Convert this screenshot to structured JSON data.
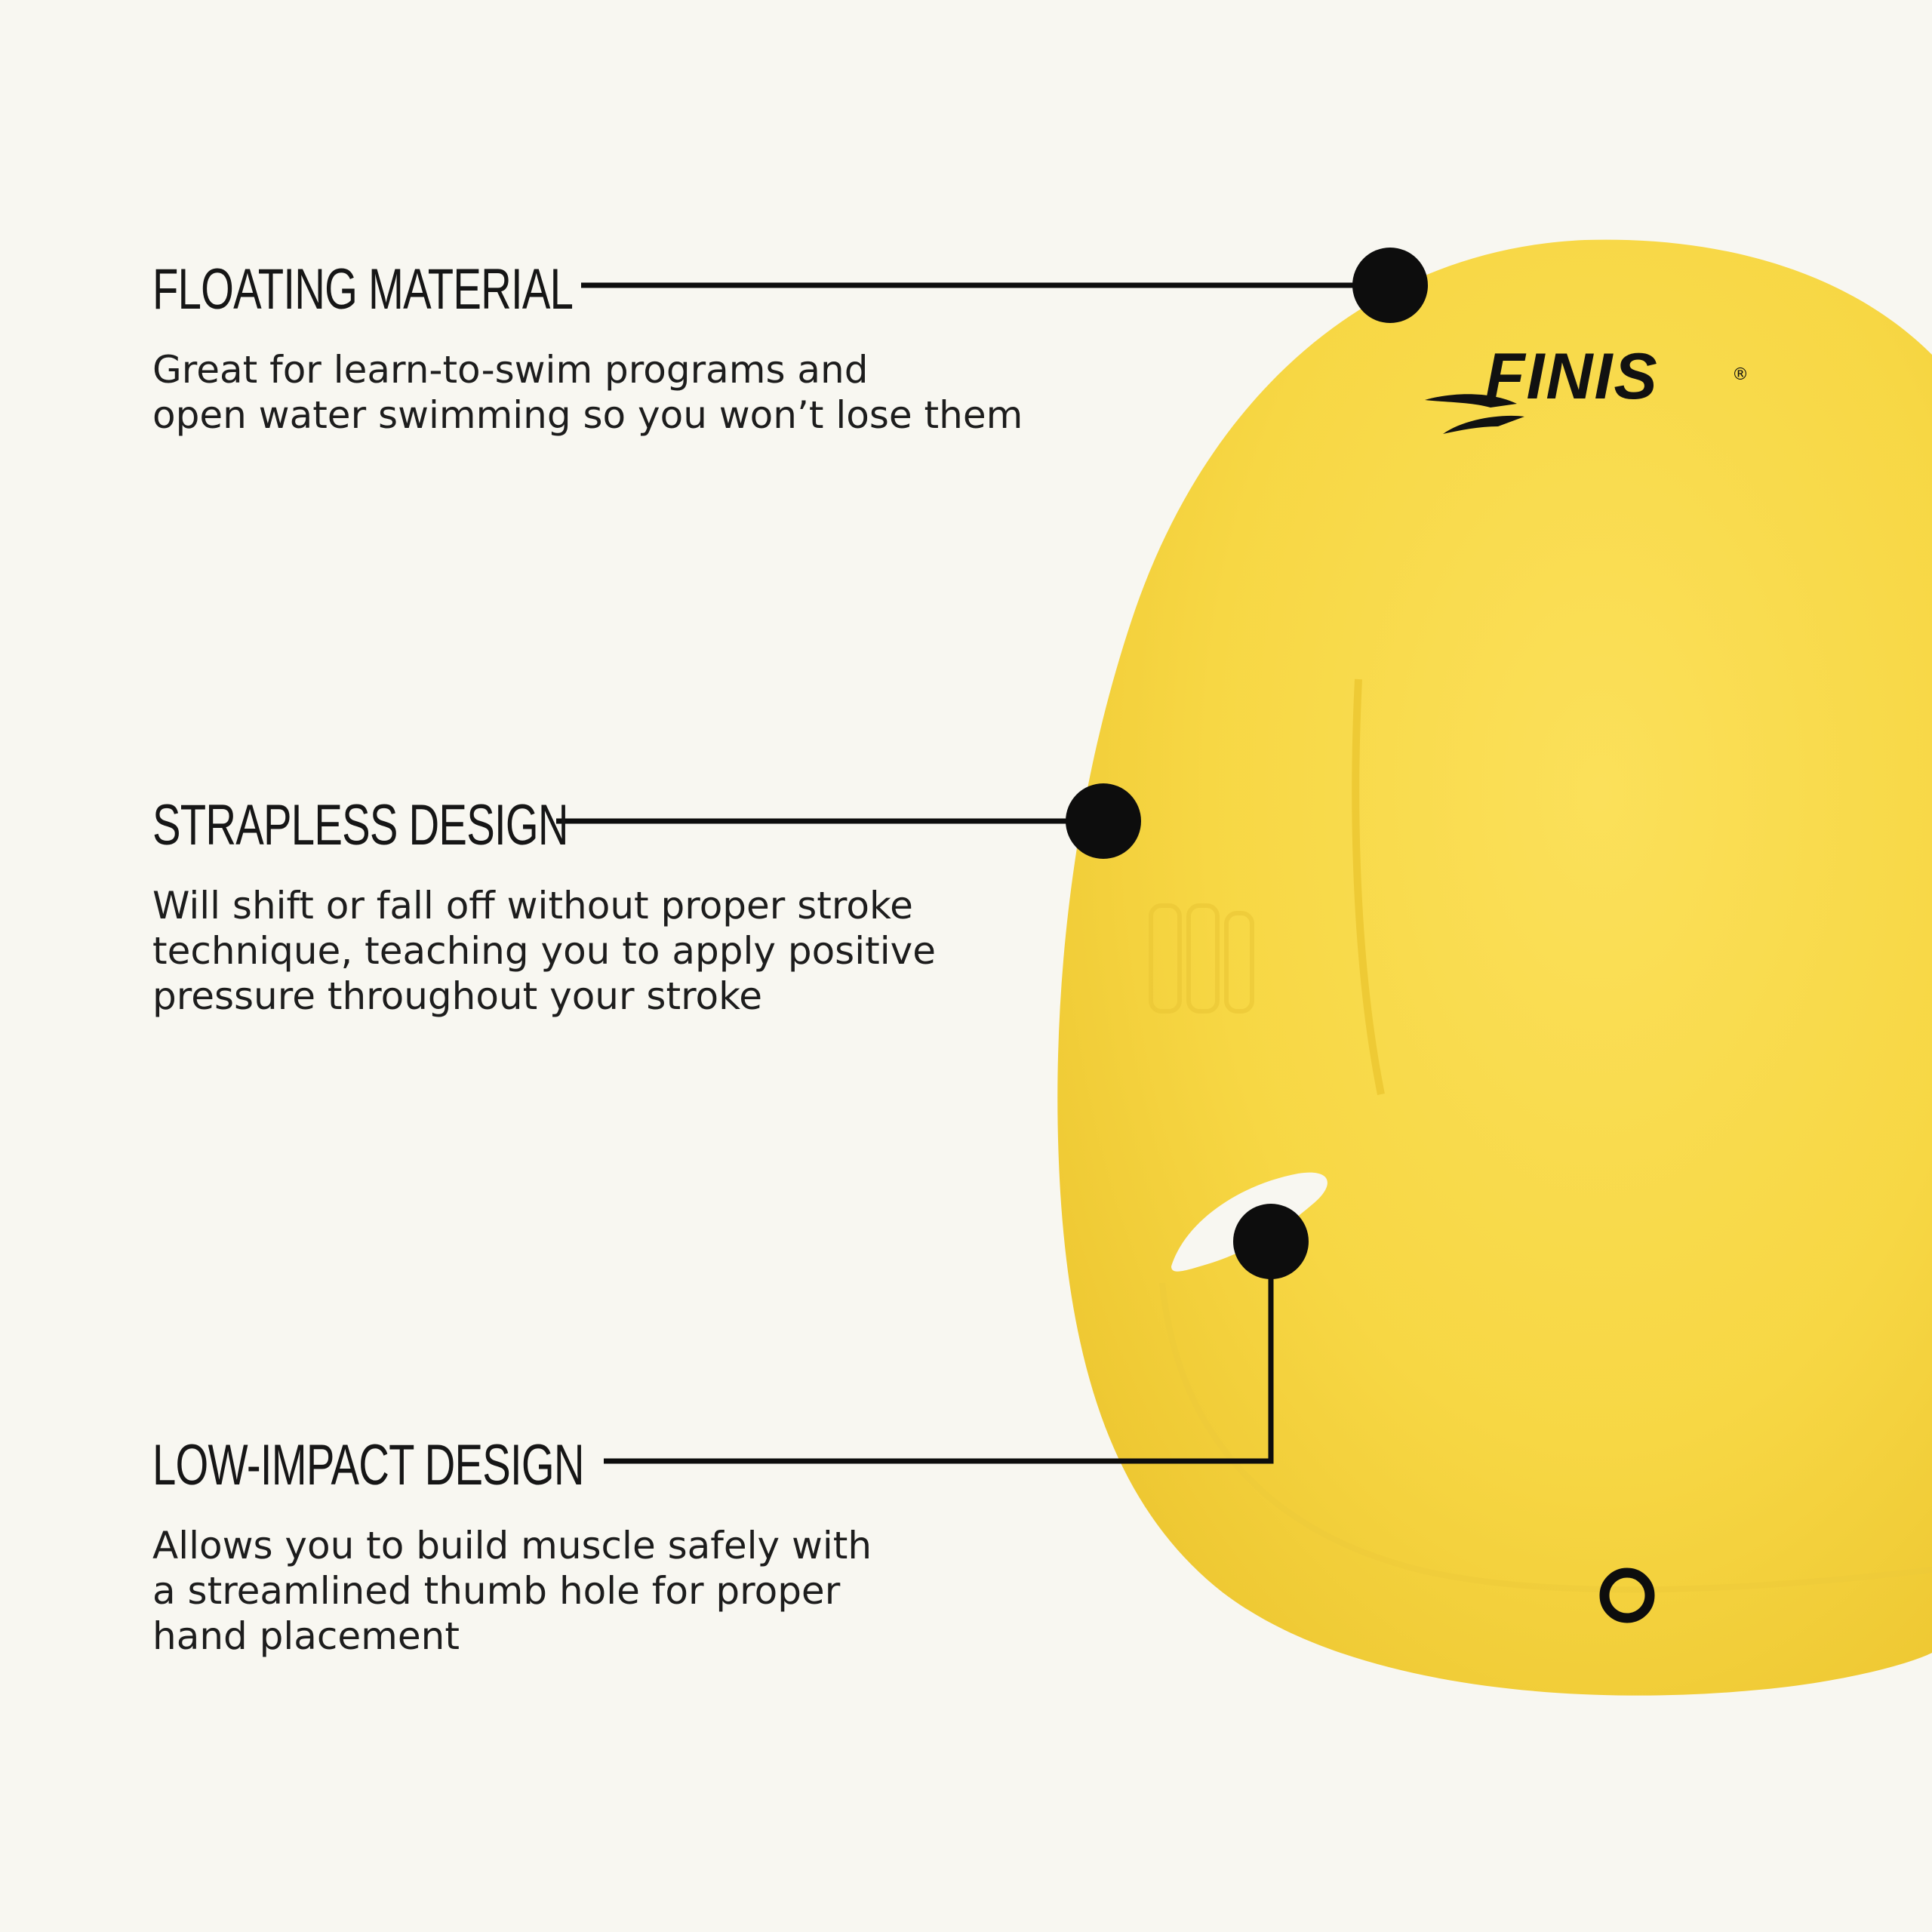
{
  "brand": {
    "logo_text": "FINIS",
    "registered_mark": "®"
  },
  "colors": {
    "background": "#f8f7f1",
    "paddle_yellow": "#f8d948",
    "paddle_shadow": "#ecc72e",
    "callout_black": "#0d0d0d",
    "text": "#1a1a1a"
  },
  "features": [
    {
      "title": "FLOATING MATERIAL",
      "lines": [
        "Great for learn-to-swim programs and",
        "open water swimming so you won’t lose them"
      ]
    },
    {
      "title": "STRAPLESS DESIGN",
      "lines": [
        "Will shift or fall off without proper stroke",
        "technique, teaching you to apply positive",
        "pressure throughout your stroke"
      ]
    },
    {
      "title": "LOW-IMPACT DESIGN",
      "lines": [
        "Allows you to build muscle safely with",
        "a streamlined thumb hole for proper",
        "hand placement"
      ]
    }
  ]
}
